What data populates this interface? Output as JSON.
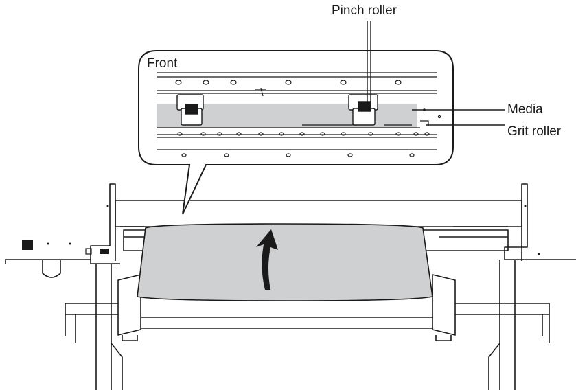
{
  "labels": {
    "pinch_roller": "Pinch roller",
    "front": "Front",
    "media": "Media",
    "grit_roller": "Grit roller"
  },
  "colors": {
    "line": "#1a1a1a",
    "media_gray": "#cfd0d2",
    "callout_fill": "#ffffff",
    "background": "#ffffff"
  },
  "icons": {
    "arrow": "feed-direction-arrow"
  }
}
